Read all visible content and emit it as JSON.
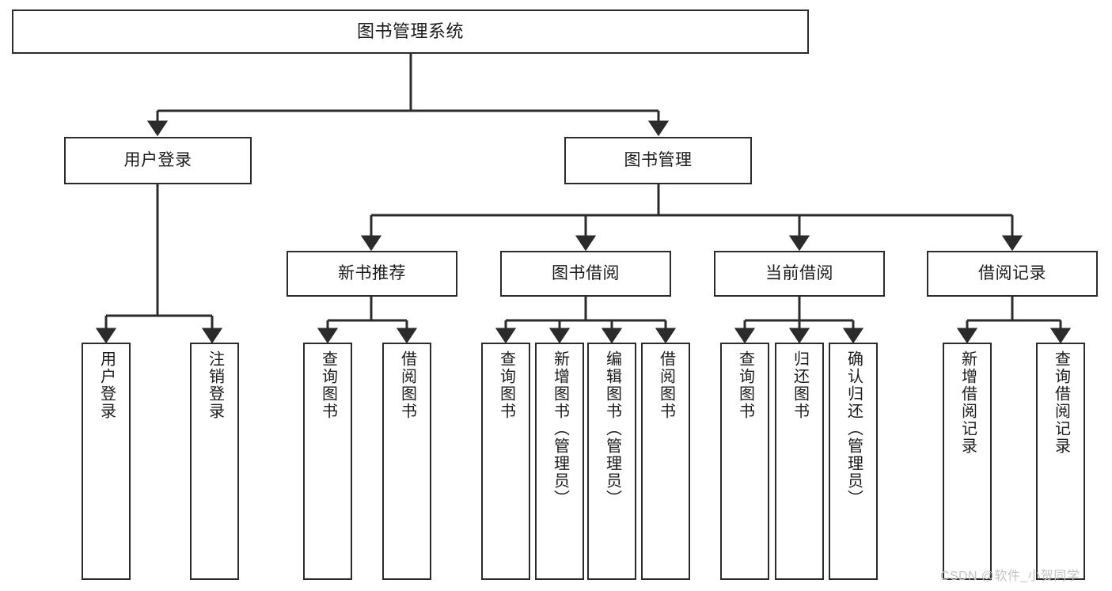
{
  "diagram": {
    "title": "图书管理系统",
    "style": {
      "box_border_color": "#2b2b2b",
      "box_fill_color": "#ffffff",
      "edge_color": "#2b2b2b",
      "background_color": "#ffffff",
      "watermark_color": "#c3c3c3"
    },
    "watermark": "CSDN @软件_小贺同学",
    "nodes": {
      "root": {
        "label": "图书管理系统"
      },
      "level1": [
        {
          "id": "user-login",
          "label": "用户登录"
        },
        {
          "id": "book-manage",
          "label": "图书管理"
        }
      ],
      "level2": [
        {
          "id": "new-book-recommend",
          "label": "新书推荐"
        },
        {
          "id": "book-borrow",
          "label": "图书借阅"
        },
        {
          "id": "current-borrow",
          "label": "当前借阅"
        },
        {
          "id": "borrow-record",
          "label": "借阅记录"
        }
      ],
      "leaves": {
        "user-login": [
          {
            "id": "leaf-user-login",
            "label": "用户登录"
          },
          {
            "id": "leaf-logout",
            "label": "注销登录"
          }
        ],
        "new-book-recommend": [
          {
            "id": "leaf-query-book-1",
            "label": "查询图书"
          },
          {
            "id": "leaf-borrow-book-1",
            "label": "借阅图书"
          }
        ],
        "book-borrow": [
          {
            "id": "leaf-query-book-2",
            "label": "查询图书"
          },
          {
            "id": "leaf-add-book",
            "label": "新增图书（管理员）"
          },
          {
            "id": "leaf-edit-book",
            "label": "编辑图书（管理员）"
          },
          {
            "id": "leaf-borrow-book-2",
            "label": "借阅图书"
          }
        ],
        "current-borrow": [
          {
            "id": "leaf-query-book-3",
            "label": "查询图书"
          },
          {
            "id": "leaf-return-book",
            "label": "归还图书"
          },
          {
            "id": "leaf-confirm-return",
            "label": "确认归还（管理员）"
          }
        ],
        "borrow-record": [
          {
            "id": "leaf-add-record",
            "label": "新增借阅记录"
          },
          {
            "id": "leaf-query-record",
            "label": "查询借阅记录"
          }
        ]
      }
    }
  }
}
